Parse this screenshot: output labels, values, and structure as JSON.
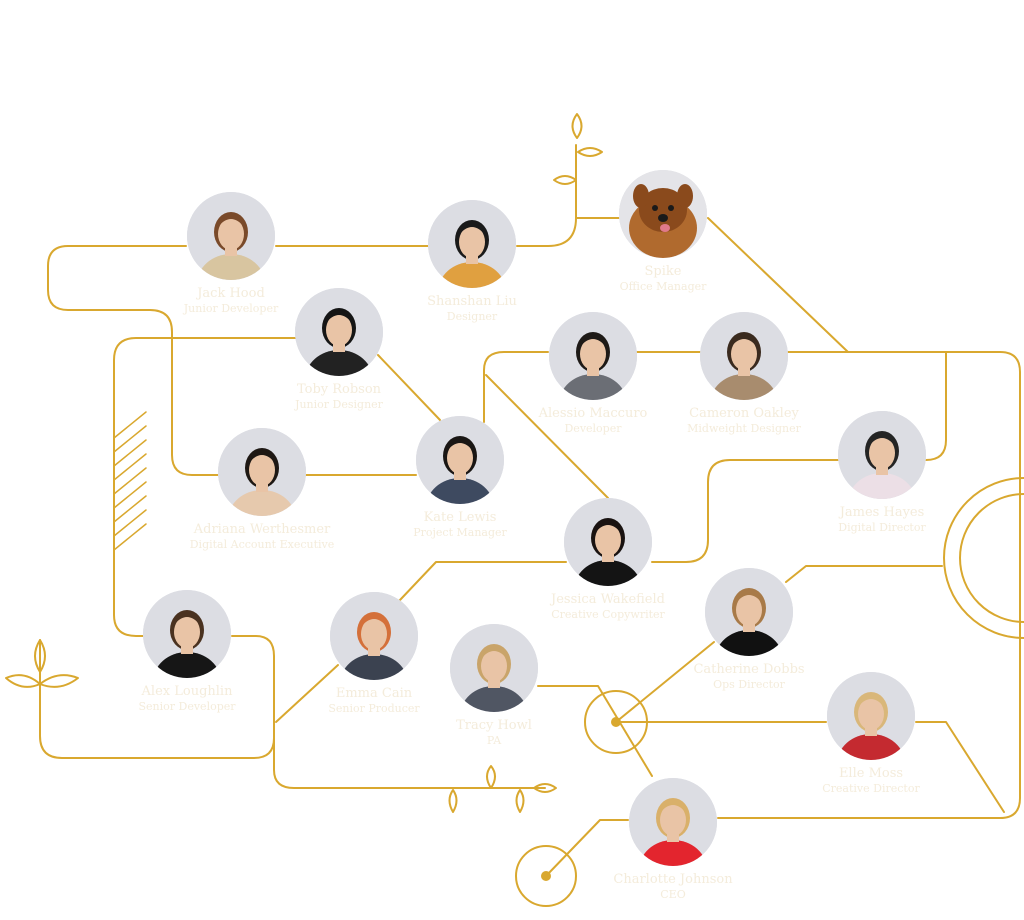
{
  "colors": {
    "line": "#d9a82f",
    "label": "#f4ecdb",
    "avatar_bg": "#dcdde3",
    "skin": "#e9c4a6"
  },
  "people": [
    {
      "id": "jack-hood",
      "name": "Jack Hood",
      "role": "Junior Developer",
      "shirt": "#d8c5a0",
      "hair": "#7a4a2a"
    },
    {
      "id": "shanshan-liu",
      "name": "Shanshan Liu",
      "role": "Designer",
      "shirt": "#e0a040",
      "hair": "#1a1a1a"
    },
    {
      "id": "spike",
      "name": "Spike",
      "role": "Office Manager",
      "shirt": "#b06a2e",
      "hair": "#8a4a1c",
      "dog": true
    },
    {
      "id": "toby-robson",
      "name": "Toby Robson",
      "role": "Junior Designer",
      "shirt": "#222222",
      "hair": "#151515"
    },
    {
      "id": "alessio-maccuro",
      "name": "Alessio Maccuro",
      "role": "Developer",
      "shirt": "#6b6e75",
      "hair": "#1e1a17"
    },
    {
      "id": "cameron-oakley",
      "name": "Cameron Oakley",
      "role": "Midweight Designer",
      "shirt": "#a88c6e",
      "hair": "#3a2a1e"
    },
    {
      "id": "adriana-werthesmer",
      "name": "Adriana Werthesmer",
      "role": "Digital Account Executive",
      "shirt": "#e6c9ad",
      "hair": "#1e1814"
    },
    {
      "id": "kate-lewis",
      "name": "Kate Lewis",
      "role": "Project Manager",
      "shirt": "#3e4a60",
      "hair": "#1a1614"
    },
    {
      "id": "james-hayes",
      "name": "James Hayes",
      "role": "Digital Director",
      "shirt": "#ecdfe6",
      "hair": "#242424"
    },
    {
      "id": "jessica-wakefield",
      "name": "Jessica Wakefield",
      "role": "Creative Copywriter",
      "shirt": "#141414",
      "hair": "#1a1311"
    },
    {
      "id": "alex-loughlin",
      "name": "Alex Loughlin",
      "role": "Senior Developer",
      "shirt": "#161616",
      "hair": "#4a3220"
    },
    {
      "id": "emma-cain",
      "name": "Emma Cain",
      "role": "Senior Producer",
      "shirt": "#3b4250",
      "hair": "#d4703a"
    },
    {
      "id": "catherine-dobbs",
      "name": "Catherine Dobbs",
      "role": "Ops Director",
      "shirt": "#111111",
      "hair": "#a87a48"
    },
    {
      "id": "tracy-howl",
      "name": "Tracy Howl",
      "role": "PA",
      "shirt": "#505663",
      "hair": "#c9a46a"
    },
    {
      "id": "elle-moss",
      "name": "Elle Moss",
      "role": "Creative Director",
      "shirt": "#c42a30",
      "hair": "#d9b77a"
    },
    {
      "id": "charlotte-johnson",
      "name": "Charlotte Johnson",
      "role": "CEO",
      "shirt": "#e3252e",
      "hair": "#d9b06a"
    }
  ]
}
